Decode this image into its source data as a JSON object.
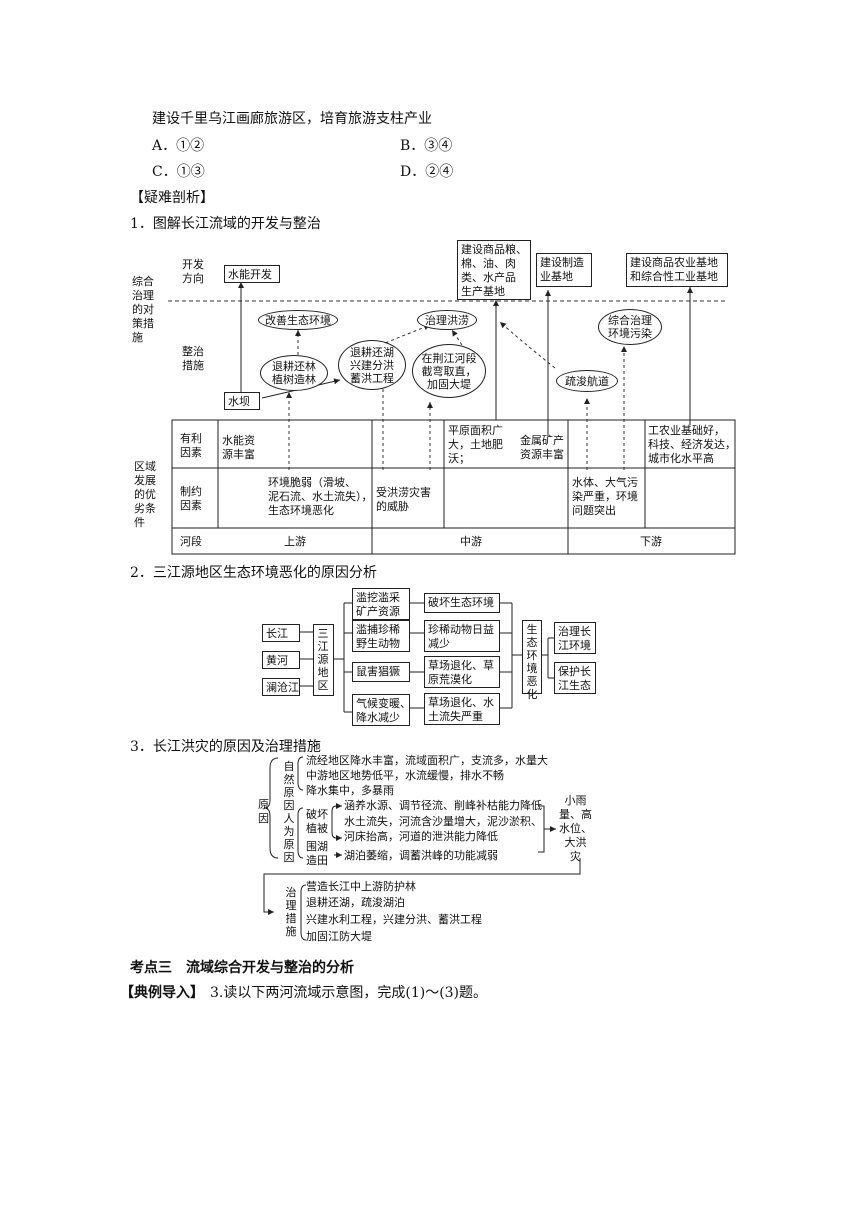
{
  "question": {
    "last_option_line": "建设千里乌江画廊旅游区，培育旅游支柱产业",
    "options": [
      {
        "key": "A．",
        "value": "①②"
      },
      {
        "key": "B．",
        "value": "③④"
      },
      {
        "key": "C．",
        "value": "①③"
      },
      {
        "key": "D．",
        "value": "②④"
      }
    ]
  },
  "section_label": "【疑难剖析】",
  "fig1": {
    "title": "1．图解长江流域的开发与整治",
    "left_labels": {
      "measures": "综合\n治理\n的对\n策措\n施",
      "direction": "开发\n方向",
      "rectify": "整治\n措施",
      "conditions": "区域\n发展\n的优\n劣条\n件"
    },
    "top_boxes": {
      "hydro_dev": "水能开发",
      "grain_base": "建设商品粮、\n棉、油、肉\n类、水产品\n生产基地",
      "manufacturing": "建设制造\n业基地",
      "agri_industry": "建设商品农业基地\n和综合性工业基地"
    },
    "ovals": {
      "improve_env": "改善生态环境",
      "flood_control": "治理洪涝",
      "pollution": "综合治理\n环境污染",
      "reforest": "退耕还林\n植树造林",
      "lake": "退耕还湖\n兴建分洪\n蓄洪工程",
      "jingjiang": "在荆江河段\n截弯取直，\n加固大堤",
      "dredge": "疏浚航道"
    },
    "dam": "水坝",
    "table": {
      "row_favorable": "有利\n因素",
      "row_limiting": "制约\n因素",
      "row_section": "河段",
      "fav_upper": "水能资\n源丰富",
      "fav_middle_1": "平原面积广\n大，土地肥\n沃；",
      "fav_middle_2": "金属矿产\n资源丰富",
      "fav_lower": "工农业基础好，\n科技、经济发达，\n城市化水平高",
      "lim_upper": "环境脆弱（滑坡、\n泥石流、水土流失），\n生态环境恶化",
      "lim_middle": "受洪涝灾害\n的威胁",
      "lim_lower": "水体、大气污\n染严重，环境\n问题突出",
      "upper": "上游",
      "middle": "中游",
      "lower": "下游"
    }
  },
  "fig2": {
    "title": "2．三江源地区生态环境恶化的原因分析",
    "rivers": [
      "长江",
      "黄河",
      "澜沧江"
    ],
    "region": "三江源地区",
    "causes": [
      "滥挖滥采\n矿产资源",
      "滥捕珍稀\n野生动物",
      "鼠害猖獗",
      "气候变暖、\n降水减少"
    ],
    "effects": [
      "破坏生态环境",
      "珍稀动物日益\n减少",
      "草场退化、草\n原荒漠化",
      "草场退化、水\n土流失严重"
    ],
    "result": "生态环境恶化",
    "actions": [
      "治理长\n江环境",
      "保护长\n江生态"
    ]
  },
  "fig3": {
    "title": "3．长江洪灾的原因及治理措施",
    "cause_label": "原因",
    "natural_label": "自然原因",
    "human_label": "人为原因",
    "natural": [
      "流经地区降水丰富，流域面积广，支流多，水量大",
      "中游地区地势低平，水流缓慢，排水不畅",
      "降水集中，多暴雨"
    ],
    "destroy_veg": "破坏\n植被",
    "veg_effects": [
      "涵养水源、调节径流、削峰补枯能力降低",
      "水土流失，河流含沙量增大，泥沙淤积、",
      "河床抬高，河道的泄洪能力降低"
    ],
    "reclaim": "围湖\n造田",
    "reclaim_effect": "湖泊萎缩，调蓄洪峰的功能减弱",
    "result": "小雨\n量、高\n水位、\n大洪\n灾",
    "measures_label": "治理措施",
    "measures": [
      "营造长江中上游防护林",
      "退耕还湖，疏浚湖泊",
      "兴建水利工程，兴建分洪、蓄洪工程",
      "加固江防大堤"
    ]
  },
  "kaodian": "考点三　流域综合开发与整治的分析",
  "example_tag": "【典例导入】",
  "example_text": "3.读以下两河流域示意图，完成(1)～(3)题。"
}
